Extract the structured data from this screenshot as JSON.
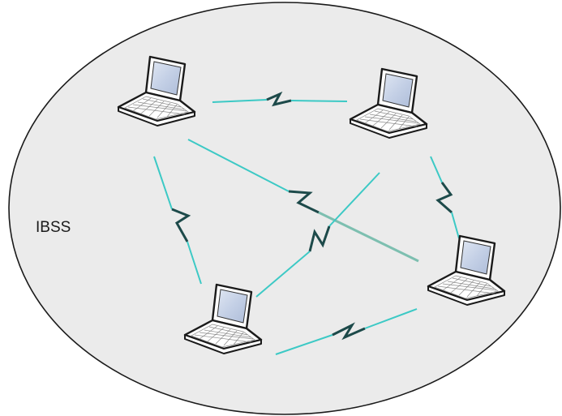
{
  "diagram": {
    "network_label": "IBSS",
    "colors": {
      "ellipse_fill": "#ebebeb",
      "ellipse_stroke": "#1a1a1a",
      "link": "#3cc9c5",
      "link_dark": "#1d4a4a",
      "screen": "#c4d0e6",
      "body": "#ffffff"
    },
    "nodes": [
      {
        "id": "laptop-top-left",
        "icon": "laptop-icon"
      },
      {
        "id": "laptop-top-right",
        "icon": "laptop-icon"
      },
      {
        "id": "laptop-bottom-left",
        "icon": "laptop-icon"
      },
      {
        "id": "laptop-bottom-right",
        "icon": "laptop-icon"
      }
    ],
    "links": [
      {
        "from": "laptop-top-left",
        "to": "laptop-top-right"
      },
      {
        "from": "laptop-top-left",
        "to": "laptop-bottom-left"
      },
      {
        "from": "laptop-top-left",
        "to": "laptop-bottom-right"
      },
      {
        "from": "laptop-top-right",
        "to": "laptop-bottom-left"
      },
      {
        "from": "laptop-top-right",
        "to": "laptop-bottom-right"
      },
      {
        "from": "laptop-bottom-left",
        "to": "laptop-bottom-right"
      }
    ]
  }
}
